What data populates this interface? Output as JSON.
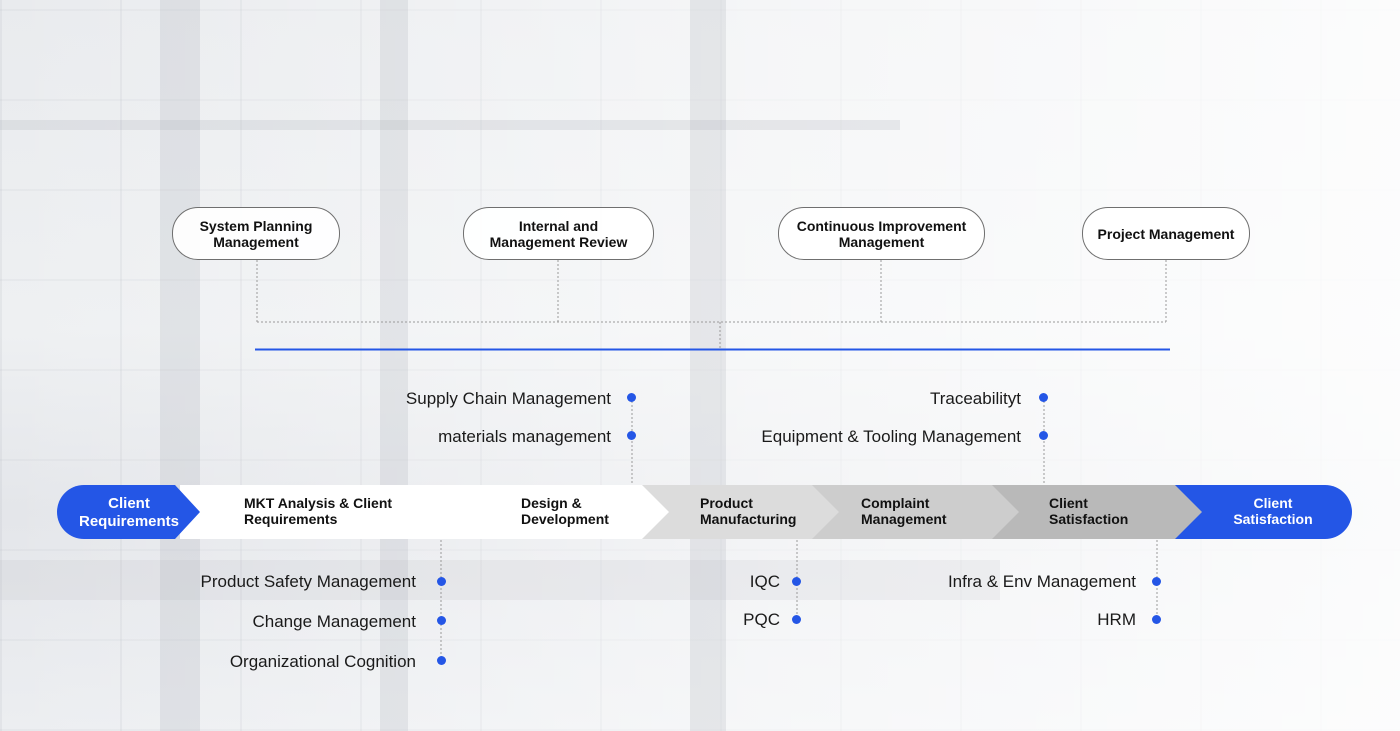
{
  "top_boxes": [
    {
      "label": "System Planning\nManagement"
    },
    {
      "label": "Internal and\nManagement Review"
    },
    {
      "label": "Continuous Improvement\nManagement"
    },
    {
      "label": "Project Management"
    }
  ],
  "upper_left_items": [
    "Supply Chain Management",
    "materials management"
  ],
  "upper_right_items": [
    "Traceabilityt",
    "Equipment & Tooling Management"
  ],
  "stages": [
    {
      "label": "Client\nRequirements"
    },
    {
      "label": "MKT Analysis & Client\nRequirements"
    },
    {
      "label": "Design &\nDevelopment"
    },
    {
      "label": "Product\nManufacturing"
    },
    {
      "label": "Complaint\nManagement"
    },
    {
      "label": "Client\nSatisfaction"
    },
    {
      "label": "Client\nSatisfaction"
    }
  ],
  "lower_left_items": [
    "Product Safety Management",
    "Change Management",
    "Organizational Cognition"
  ],
  "lower_mid_items": [
    "IQC",
    "PQC"
  ],
  "lower_right_items": [
    "Infra & Env Management",
    "HRM"
  ],
  "colors": {
    "accent": "#2456e6",
    "stage_white": "#ffffff",
    "stage_light": "#dedede",
    "stage_mid": "#cfcfcf",
    "stage_dark": "#b9b9b9"
  }
}
